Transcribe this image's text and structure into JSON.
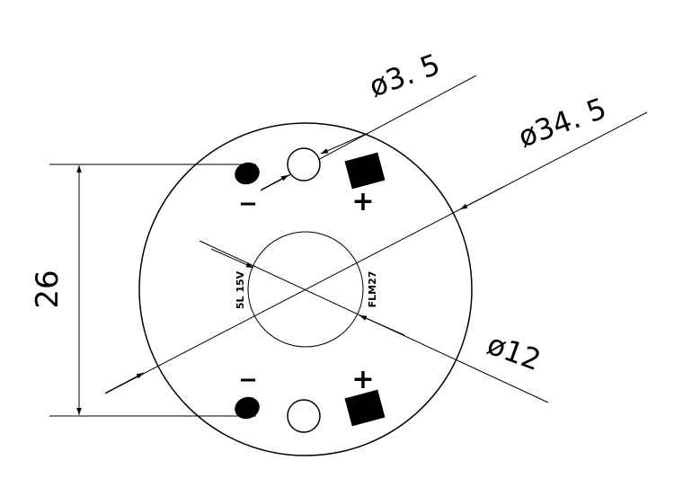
{
  "dimensions": {
    "hole_diameter": "ø3. 5",
    "outer_diameter": "ø34. 5",
    "inner_diameter": "ø12",
    "pad_spacing": "26"
  },
  "board_labels": {
    "left": "5L 15V",
    "right": "FLM27"
  },
  "pads": {
    "top_negative": "−",
    "top_positive": "+",
    "bottom_negative": "−",
    "bottom_positive": "+"
  },
  "colors": {
    "line": "#000000",
    "fill": "#000000",
    "background": "#ffffff"
  }
}
